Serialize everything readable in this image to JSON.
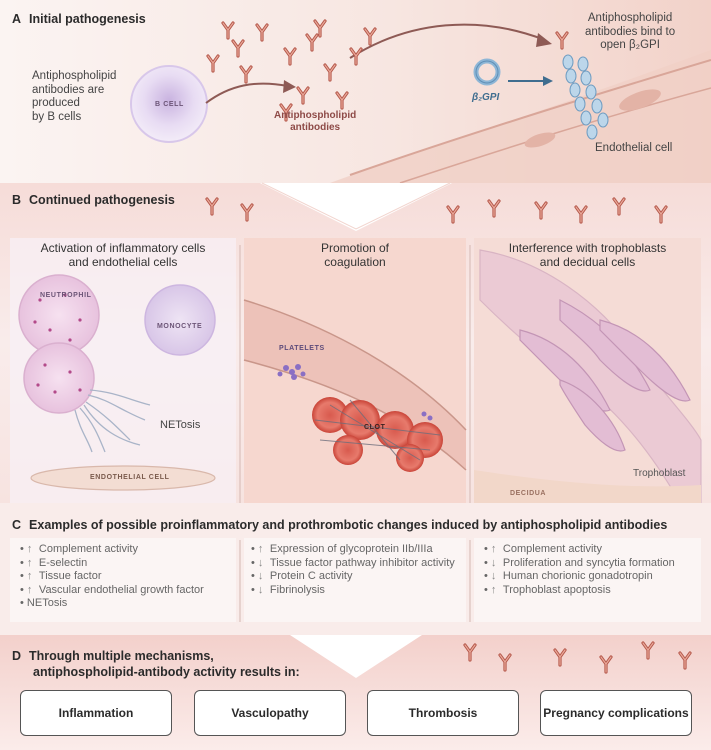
{
  "panel_a": {
    "letter": "A",
    "title": "Initial pathogenesis",
    "produced_text_1": "Antiphospholipid",
    "produced_text_2": "antibodies are",
    "produced_text_3": "produced",
    "produced_text_4": "by B cells",
    "b_cell_label": "B CELL",
    "antibody_label_1": "Antiphospholipid",
    "antibody_label_2": "antibodies",
    "beta2gpi_label": "β₂GPI",
    "bind_text_1": "Antiphospholipid",
    "bind_text_2": "antibodies bind to",
    "bind_text_3": "open β₂GPI",
    "endothelial_label": "Endothelial cell"
  },
  "panel_b": {
    "letter": "B",
    "title": "Continued pathogenesis",
    "col1_title_1": "Activation of inflammatory cells",
    "col1_title_2": "and endothelial cells",
    "col2_title_1": "Promotion of",
    "col2_title_2": "coagulation",
    "col3_title_1": "Interference with trophoblasts",
    "col3_title_2": "and decidual cells",
    "neutrophil_label": "NEUTROPHIL",
    "monocyte_label": "MONOCYTE",
    "netosis_label": "NETosis",
    "endothelial_cell_label": "ENDOTHELIAL CELL",
    "platelets_label": "PLATELETS",
    "clot_label": "CLOT",
    "trophoblast_label": "Trophoblast",
    "decidua_label": "DECIDUA"
  },
  "panel_c": {
    "letter": "C",
    "title": "Examples of possible proinflammatory and prothrombotic changes induced by antiphospholipid antibodies",
    "col1": [
      {
        "arrow": "↑",
        "text": "Complement activity"
      },
      {
        "arrow": "↑",
        "text": "E-selectin"
      },
      {
        "arrow": "↑",
        "text": "Tissue factor"
      },
      {
        "arrow": "↑",
        "text": "Vascular endothelial growth factor"
      },
      {
        "arrow": "",
        "text": "NETosis"
      }
    ],
    "col2": [
      {
        "arrow": "↑",
        "text": "Expression of glycoprotein IIb/IIIa"
      },
      {
        "arrow": "↓",
        "text": "Tissue factor pathway inhibitor activity"
      },
      {
        "arrow": "↓",
        "text": "Protein C activity"
      },
      {
        "arrow": "↓",
        "text": "Fibrinolysis"
      }
    ],
    "col3": [
      {
        "arrow": "↑",
        "text": "Complement activity"
      },
      {
        "arrow": "↓",
        "text": "Proliferation and syncytia formation"
      },
      {
        "arrow": "↓",
        "text": "Human chorionic gonadotropin"
      },
      {
        "arrow": "↑",
        "text": "Trophoblast apoptosis"
      }
    ]
  },
  "panel_d": {
    "letter": "D",
    "title_1": "Through multiple mechanisms,",
    "title_2": "antiphospholipid-antibody activity results in:",
    "outcomes": [
      "Inflammation",
      "Vasculopathy",
      "Thrombosis",
      "Pregnancy complications"
    ]
  }
}
